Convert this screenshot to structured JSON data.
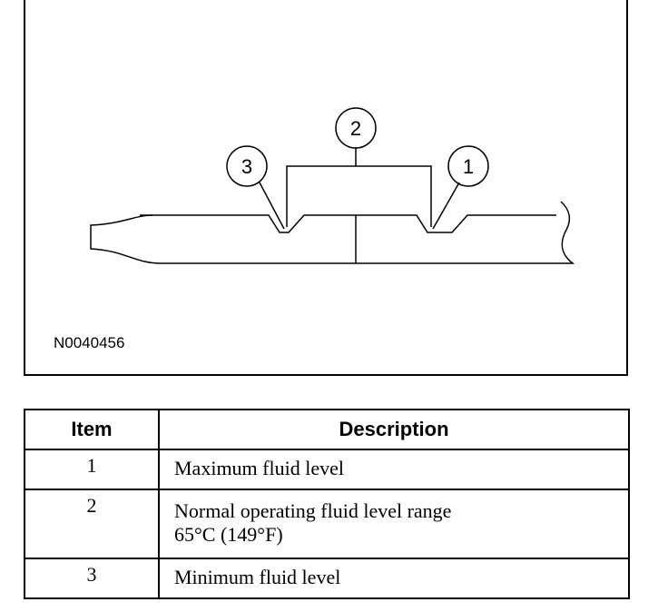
{
  "figure": {
    "callouts": [
      "1",
      "2",
      "3"
    ],
    "figure_id": "N0040456"
  },
  "table": {
    "headers": {
      "item": "Item",
      "description": "Description"
    },
    "rows": [
      {
        "item": "1",
        "description": "Maximum fluid level"
      },
      {
        "item": "2",
        "description": "Normal operating fluid level range\n65°C (149°F)"
      },
      {
        "item": "3",
        "description": "Minimum fluid level"
      }
    ]
  }
}
